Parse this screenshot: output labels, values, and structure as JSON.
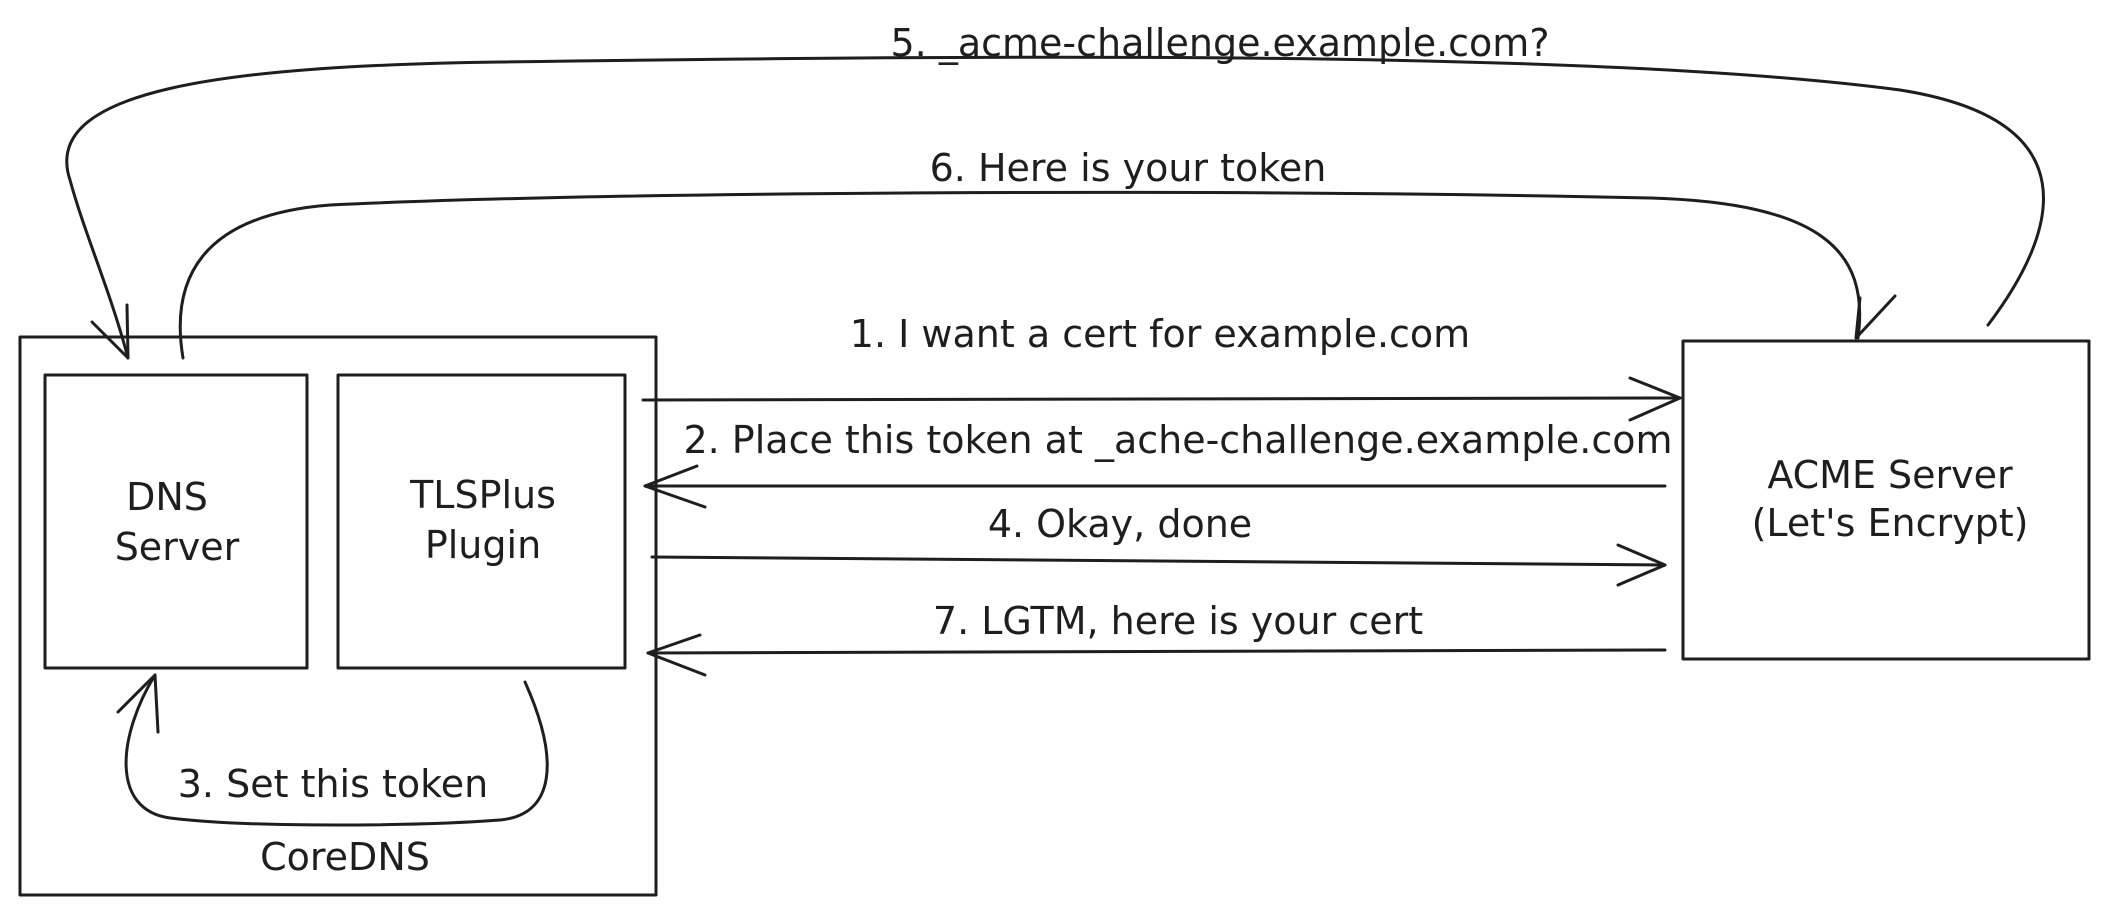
{
  "nodes": {
    "coredns": {
      "label": "CoreDNS"
    },
    "dns_server": {
      "line1": "DNS",
      "line2": "Server"
    },
    "tlsplus_plugin": {
      "line1": "TLSPlus",
      "line2": "Plugin"
    },
    "acme_server": {
      "line1": "ACME Server",
      "line2": "(Let's Encrypt)"
    }
  },
  "edges": {
    "step1": "1. I want a cert for example.com",
    "step2": "2. Place this token at _ache-challenge.example.com",
    "step3": "3. Set this token",
    "step4": "4. Okay, done",
    "step5": "5. _acme-challenge.example.com?",
    "step6": "6. Here is your token",
    "step7": "7. LGTM, here is your cert"
  },
  "colors": {
    "stroke": "#1e1e1e",
    "background": "#ffffff"
  }
}
